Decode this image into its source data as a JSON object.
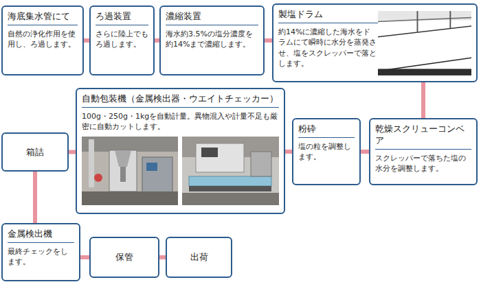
{
  "diagram": {
    "nodes": [
      {
        "text": [
          "海底集水管にて",
          "自然の浄化作用を使用し、ろ過します。"
        ]
      },
      {
        "text": [
          "ろ過装置",
          "さらに陸上でもろ過します。"
        ]
      },
      {
        "text": [
          "濃縮装置",
          "海水約3.5%の塩分濃度を約14%まで濃縮します。"
        ]
      },
      {
        "text": [
          "製塩ドラム",
          "約14%に濃縮した海水をドラムにて瞬時に水分を蒸発させ、塩をスクレッパーで落とします。"
        ]
      },
      {
        "text": [
          "乾燥スクリューコンベア",
          "スクレッパーで落ちた塩の水分を調整します。"
        ]
      },
      {
        "text": [
          "粉砕",
          "塩の粒を調整します。"
        ]
      },
      {
        "text": [
          "自動包装機（金属検出器・ウエイトチェッカー）",
          "100g・250g・1kgを自動計量。異物混入や計量不足も厳密に自動カットします。"
        ]
      },
      {
        "text": [
          "箱詰"
        ]
      },
      {
        "text": [
          "金属検出機",
          "最終チェックをします。"
        ]
      },
      {
        "text": [
          "保管"
        ]
      },
      {
        "text": [
          "出荷"
        ]
      }
    ],
    "edges": [
      {
        "from": 0,
        "to": 1,
        "arrow": "none"
      },
      {
        "from": 1,
        "to": 2,
        "arrow": "none"
      },
      {
        "from": 2,
        "to": 3,
        "arrow": "none"
      },
      {
        "from": 3,
        "to": 4,
        "arrow": "none"
      },
      {
        "from": 4,
        "to": 5,
        "arrow": "none"
      },
      {
        "from": 5,
        "to": 6,
        "arrow": "none"
      },
      {
        "from": 6,
        "to": 7,
        "arrow": "none"
      },
      {
        "from": 7,
        "to": 8,
        "arrow": "none"
      },
      {
        "from": 8,
        "to": 9,
        "arrow": "none"
      },
      {
        "from": 9,
        "to": 10,
        "arrow": "none"
      }
    ]
  }
}
